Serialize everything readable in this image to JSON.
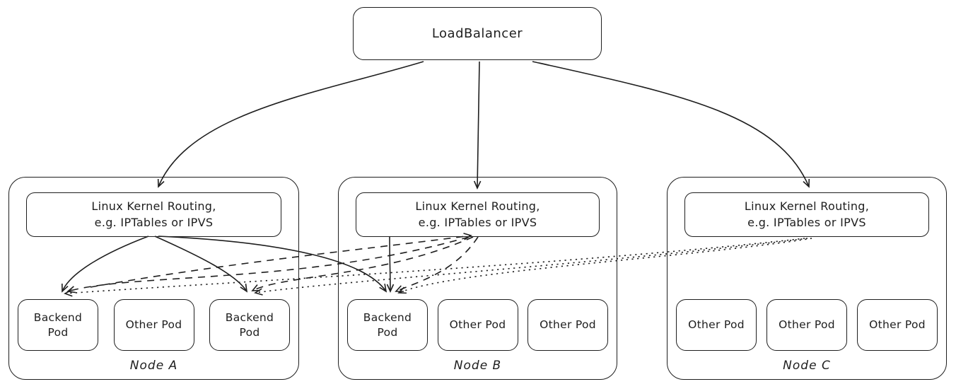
{
  "diagram": {
    "kind": "kubernetes-loadbalancer-routing",
    "loadbalancer": {
      "label": "LoadBalancer"
    },
    "nodes": [
      {
        "id": "node-a",
        "label": "Node A",
        "routing": {
          "line1": "Linux Kernel Routing,",
          "line2": "e.g. IPTables or IPVS"
        },
        "pods": [
          "Backend Pod",
          "Other Pod",
          "Backend Pod"
        ]
      },
      {
        "id": "node-b",
        "label": "Node B",
        "routing": {
          "line1": "Linux Kernel Routing,",
          "line2": "e.g. IPTables or IPVS"
        },
        "pods": [
          "Backend Pod",
          "Other Pod",
          "Other Pod"
        ]
      },
      {
        "id": "node-c",
        "label": "Node C",
        "routing": {
          "line1": "Linux Kernel Routing,",
          "line2": "e.g. IPTables or IPVS"
        },
        "pods": [
          "Other Pod",
          "Other Pod",
          "Other Pod"
        ]
      }
    ],
    "edges": [
      {
        "from": "loadbalancer",
        "to": "node-a-routing",
        "style": "solid"
      },
      {
        "from": "loadbalancer",
        "to": "node-b-routing",
        "style": "solid"
      },
      {
        "from": "loadbalancer",
        "to": "node-c-routing",
        "style": "solid"
      },
      {
        "from": "node-a-routing",
        "to": "node-a-backend-pod-1",
        "style": "solid"
      },
      {
        "from": "node-a-routing",
        "to": "node-a-backend-pod-2",
        "style": "solid"
      },
      {
        "from": "node-a-routing",
        "to": "node-b-backend-pod",
        "style": "solid"
      },
      {
        "from": "node-b-routing",
        "to": "node-b-backend-pod",
        "style": "solid"
      },
      {
        "from": "node-b-routing",
        "to": "node-a-backend-pod-1",
        "style": "dashed"
      },
      {
        "from": "node-b-routing",
        "to": "node-a-backend-pod-2",
        "style": "dashed"
      },
      {
        "from": "node-b-routing",
        "to": "node-b-backend-pod",
        "style": "dashed"
      },
      {
        "from": "node-a-routing",
        "to": "node-b-routing",
        "style": "dashed"
      },
      {
        "from": "node-c-routing",
        "to": "node-a-backend-pod-1",
        "style": "dotted"
      },
      {
        "from": "node-c-routing",
        "to": "node-a-backend-pod-2",
        "style": "dotted"
      },
      {
        "from": "node-c-routing",
        "to": "node-b-backend-pod",
        "style": "dotted"
      }
    ],
    "colors": {
      "stroke": "#1e1e1e",
      "background": "#ffffff"
    }
  }
}
